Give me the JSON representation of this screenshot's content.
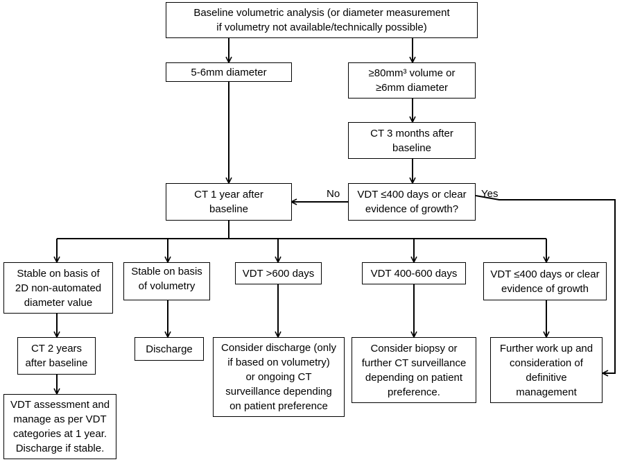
{
  "nodes": {
    "baseline": "Baseline volumetric analysis (or diameter measurement\nif volumetry not available/technically possible)",
    "small": "5-6mm diameter",
    "large": "≥80mm³ volume or\n≥6mm diameter",
    "ct3m": "CT 3 months after\nbaseline",
    "vdt_decision": "VDT ≤400 days or clear\nevidence of growth?",
    "ct1y": "CT 1 year after\nbaseline",
    "stable2d": "Stable on basis of\n2D non-automated\ndiameter value",
    "stablevol": "Stable on basis\nof volumetry",
    "vdt600": "VDT >600 days",
    "vdt400_600": "VDT 400-600 days",
    "vdt400": "VDT ≤400 days or clear\nevidence of growth",
    "ct2y": "CT 2 years\nafter baseline",
    "discharge": "Discharge",
    "consider_discharge": "Consider discharge (only\nif based on volumetry)\nor ongoing CT\nsurveillance depending\non patient preference",
    "consider_biopsy": "Consider biopsy or\nfurther CT surveillance\ndepending on patient\npreference.",
    "workup": "Further work up and\nconsideration of\ndefinitive\nmanagement",
    "vdt_assess": "VDT assessment and\nmanage as per VDT\ncategories at 1 year.\nDischarge if stable."
  },
  "edge_labels": {
    "no": "No",
    "yes": "Yes"
  }
}
